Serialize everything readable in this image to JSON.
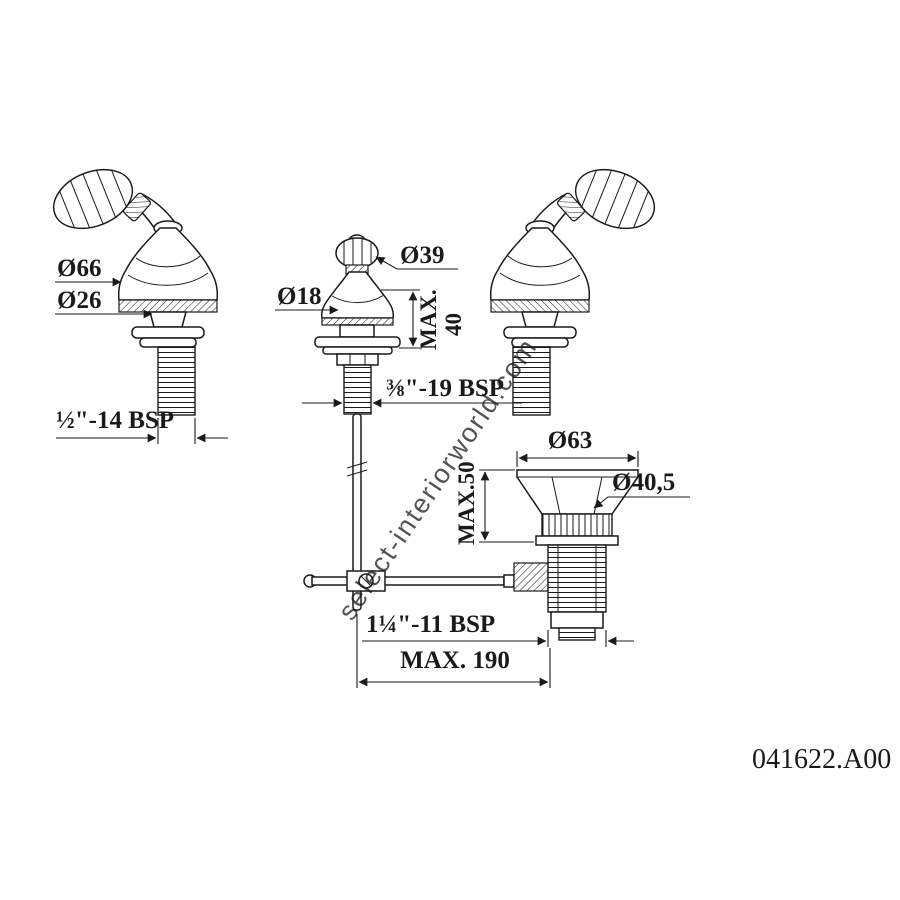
{
  "drawing": {
    "part_number": "041622.A00",
    "watermark": "select-interiorworld.com",
    "colors": {
      "ink": "#1a1a1a",
      "watermark": "#b9b9b9"
    },
    "labels": {
      "dia66": "Ø66",
      "dia26": "Ø26",
      "dia18": "Ø18",
      "dia39": "Ø39",
      "max40_line1": "MAX.",
      "max40_line2": "40",
      "thread_left": "½\"-14 BSP",
      "thread_center": "⅜\"-19 BSP",
      "dia63": "Ø63",
      "dia40_5": "Ø40,5",
      "max50": "MAX.50",
      "thread_drain": "1¼\"-11 BSP",
      "max190": "MAX. 190"
    }
  }
}
